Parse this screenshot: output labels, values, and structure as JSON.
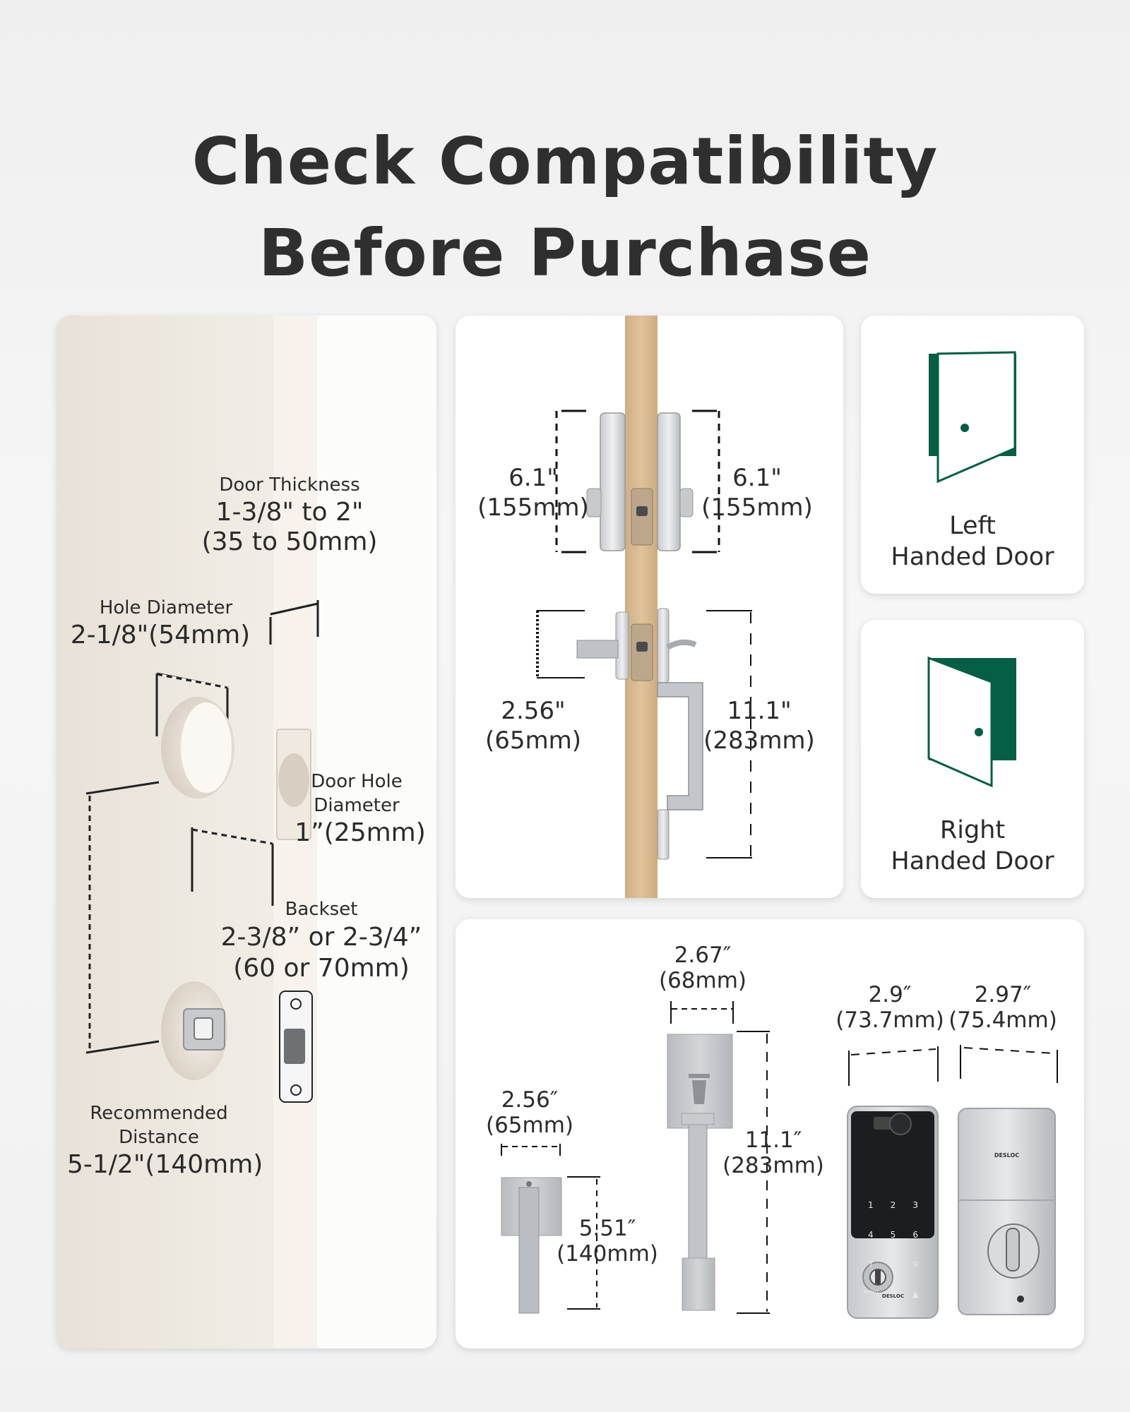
{
  "title": {
    "line1": "Check Compatibility",
    "line2": "Before Purchase"
  },
  "colors": {
    "accent": "#055e45",
    "wood": "#d9b98f"
  },
  "door_prep": {
    "door_thickness_label": "Door Thickness",
    "door_thickness_value": "1-3/8\" to 2\"",
    "door_thickness_metric": "(35 to 50mm)",
    "hole_diameter_label": "Hole Diameter",
    "hole_diameter_value": "2-1/8\"(54mm)",
    "door_hole_label_1": "Door Hole",
    "door_hole_label_2": "Diameter",
    "door_hole_value": "1”(25mm)",
    "backset_label": "Backset",
    "backset_value": "2-3/8” or 2-3/4”",
    "backset_metric": "(60 or 70mm)",
    "distance_label_1": "Recommended",
    "distance_label_2": "Distance",
    "distance_value": "5-1/2\"(140mm)"
  },
  "side_view": {
    "left_height": "6.1\"",
    "left_height_metric": "(155mm)",
    "right_height": "6.1\"",
    "right_height_metric": "(155mm)",
    "handle_proj": "2.56\"",
    "handle_proj_metric": "(65mm)",
    "handle_height": "11.1\"",
    "handle_height_metric": "(283mm)"
  },
  "handing": {
    "left_line1": "Left",
    "left_line2": "Handed Door",
    "right_line1": "Right",
    "right_line2": "Handed Door",
    "left_icon": "door-left-icon",
    "right_icon": "door-right-icon"
  },
  "front_view": {
    "lever_width": "2.56″",
    "lever_width_metric": "(65mm)",
    "lever_height": "5.51″",
    "lever_height_metric": "(140mm)",
    "handle_width": "2.67″",
    "handle_width_metric": "(68mm)",
    "handle_height": "11.1″",
    "handle_height_metric": "(283mm)",
    "keypad_width": "2.9″",
    "keypad_width_metric": "(73.7mm)",
    "inside_width": "2.97″",
    "inside_width_metric": "(75.4mm)",
    "brand": "DESLOC",
    "keys": [
      "1",
      "2",
      "3",
      "4",
      "5",
      "6",
      "7",
      "8",
      "9",
      "MENU",
      "0",
      "▲"
    ]
  }
}
